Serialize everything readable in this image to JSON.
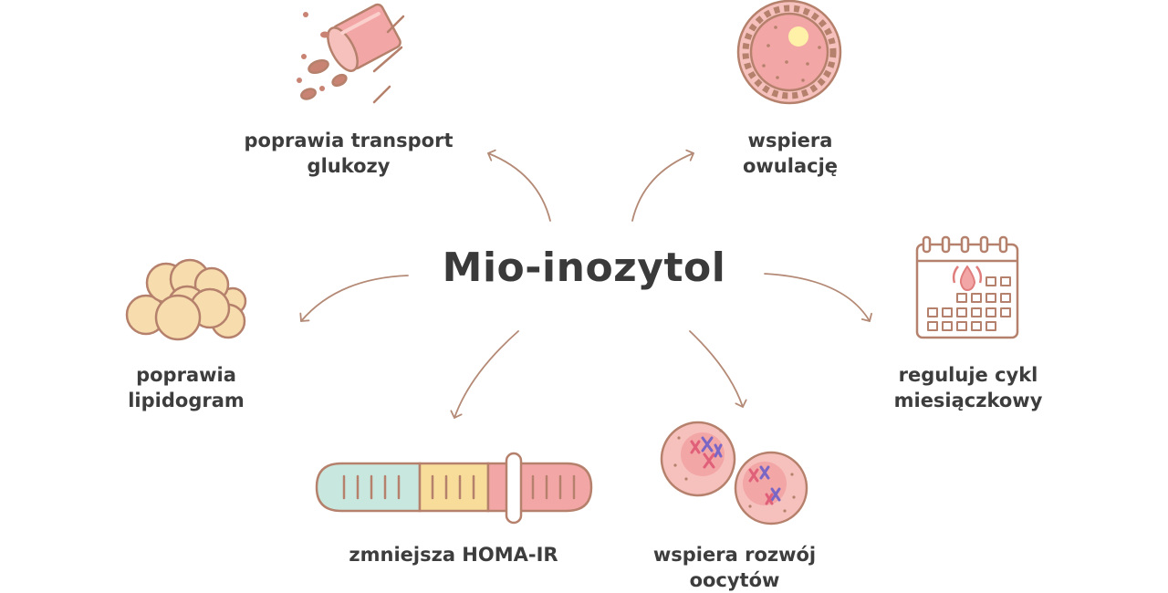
{
  "title": "Mio-inozytol",
  "benefits": {
    "glucose": {
      "line1": "poprawia transport",
      "line2": "glukozy",
      "icon": "glucose-transport-icon"
    },
    "ovulation": {
      "line1": "wspiera",
      "line2": "owulację",
      "icon": "oocyte-icon"
    },
    "cycle": {
      "line1": "reguluje cykl",
      "line2": "miesiączkowy",
      "icon": "calendar-icon"
    },
    "oocytes": {
      "line1": "wspiera rozwój",
      "line2": "oocytów",
      "icon": "cells-icon"
    },
    "homa": {
      "line1": "zmniejsza HOMA-IR",
      "icon": "scale-bar-icon"
    },
    "lipids": {
      "line1": "poprawia",
      "line2": "lipidogram",
      "icon": "fat-cells-icon"
    }
  },
  "colors": {
    "outline": "#b5816c",
    "arrow": "#b48a76",
    "pink": "#f3a6a6",
    "lightPink": "#f6c1bd",
    "cream": "#f7dcae",
    "mint": "#c8e8df",
    "yellow": "#f7dc9a",
    "text": "#3d3d3d"
  }
}
